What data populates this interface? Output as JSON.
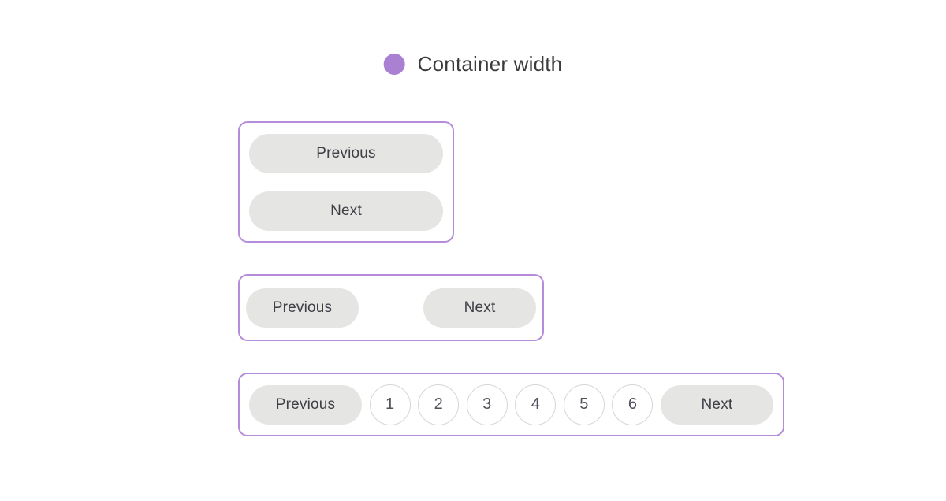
{
  "colors": {
    "accent_purple": "#a980d2",
    "container_border": "#b48cda",
    "button_bg": "#e5e5e4",
    "button_text": "#3f3f46",
    "page_circle_border": "#d6d6d6",
    "page_circle_bg": "#ffffff",
    "page_text": "#52525b",
    "title_text": "#3b3b3b",
    "background": "#ffffff"
  },
  "legend": {
    "label": "Container width"
  },
  "pagination": {
    "narrow": {
      "previous_label": "Previous",
      "next_label": "Next"
    },
    "medium": {
      "previous_label": "Previous",
      "next_label": "Next"
    },
    "wide": {
      "previous_label": "Previous",
      "next_label": "Next",
      "pages": [
        "1",
        "2",
        "3",
        "4",
        "5",
        "6"
      ]
    }
  }
}
